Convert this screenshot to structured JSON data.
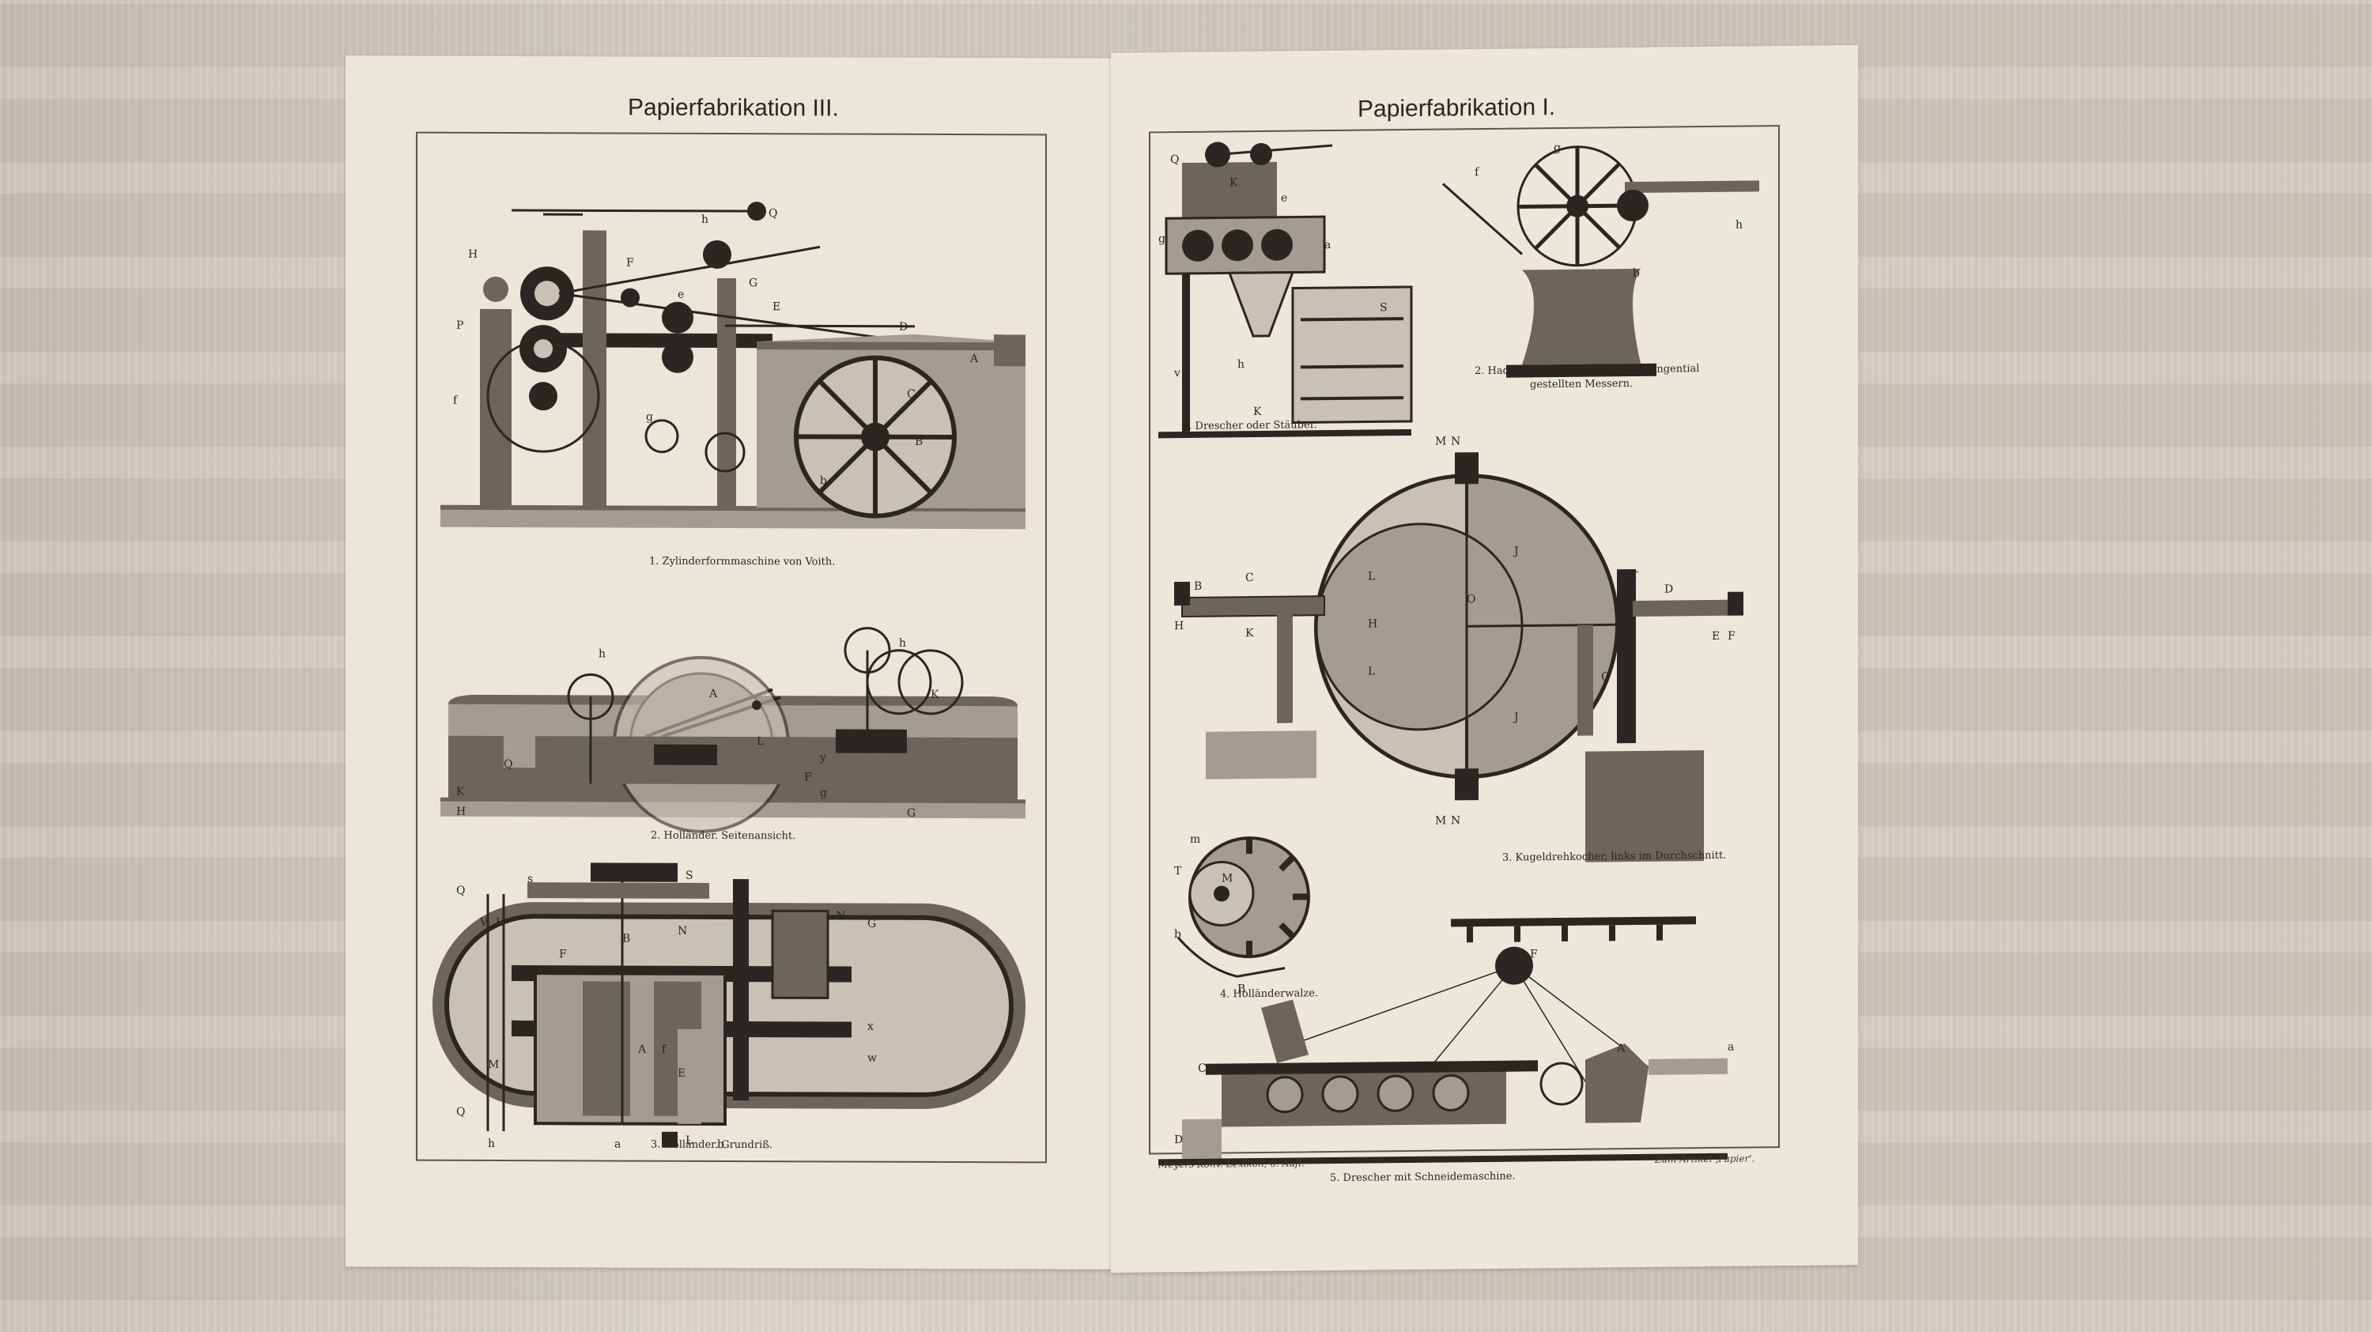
{
  "left_plate": {
    "title": "Papierfabrikation III.",
    "fig1_caption": "1. Zylinderformmaschine von Voith.",
    "fig2_caption": "2. Holländer. Seitenansicht.",
    "fig3_caption": "3. Holländer. Grundriß."
  },
  "right_plate": {
    "title": "Papierfabrikation I.",
    "fig1_caption": "1. Drescher oder Stäuber.",
    "fig2_caption_line1": "2. Hadernschneidemaschine mit tangential",
    "fig2_caption_line2": "gestellten Messern.",
    "fig3_caption": "3. Kugeldrehkocher, links im Durchschnitt.",
    "fig4_caption": "4. Holländerwalze.",
    "fig5_caption": "5. Drescher mit Schneidemaschine.",
    "footer_left": "Meyers Konv.-Lexikon, 6. Aufl.",
    "footer_right": "Zum Artikel ‚Papier'."
  }
}
